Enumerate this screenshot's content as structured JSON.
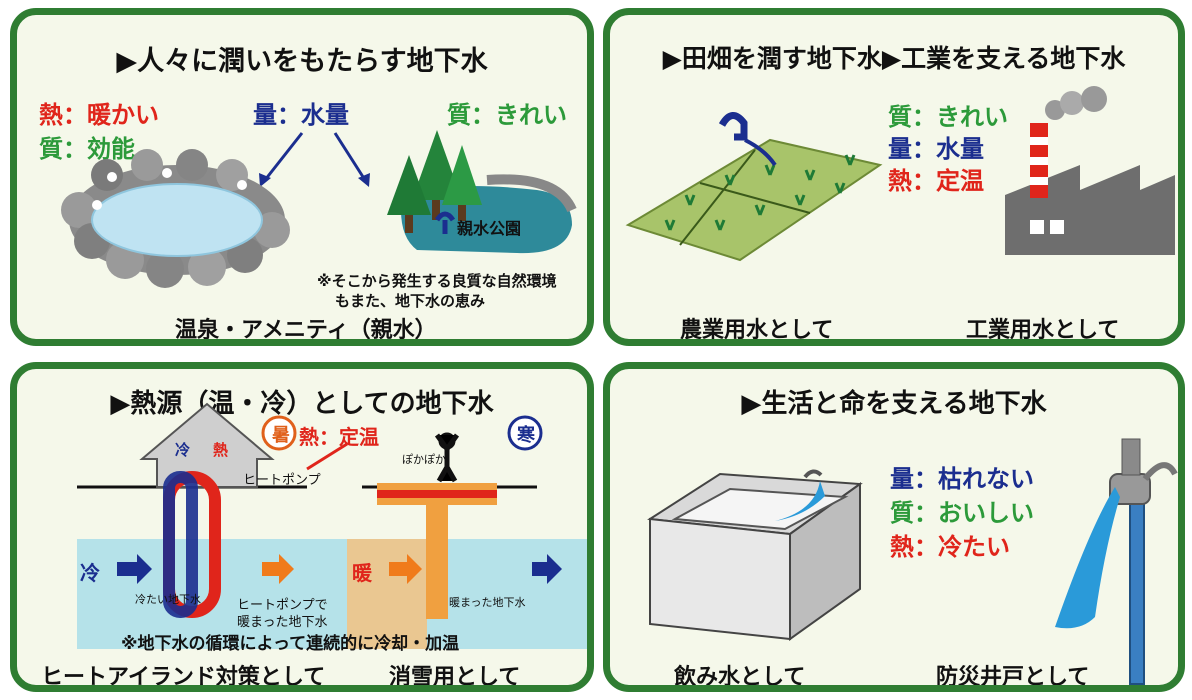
{
  "panel_amenity": {
    "title": "▶人々に潤いをもたらす地下水",
    "heat": "熱：暖かい",
    "quality_effect": "質：効能",
    "quantity": "量：水量",
    "quality_clean": "質：きれい",
    "park": "親水公園",
    "note_line1": "※そこから発生する良質な自然環境",
    "note_line2": "もまた、地下水の恵み",
    "caption": "温泉・アメニティ（親水）"
  },
  "panel_industry": {
    "title": "▶田畑を潤す地下水▶工業を支える地下水",
    "quality": "質：きれい",
    "quantity": "量：水量",
    "heat": "熱：定温",
    "caption_agri": "農業用水として",
    "caption_ind": "工業用水として"
  },
  "panel_heat": {
    "title": "▶熱源（温・冷）としての地下水",
    "summer": "暑",
    "heat": "熱：定温",
    "cool_label": "冷",
    "heat_label": "熱",
    "heat_pump": "ヒートポンプ",
    "warm_sound": "ぽかぽか",
    "winter": "寒",
    "cold_in": "冷",
    "cold_water": "冷たい地下水",
    "warmed_pump_line1": "ヒートポンプで",
    "warmed_pump_line2": "暖まった地下水",
    "warm_in": "暖",
    "warm_water": "暖まった地下水",
    "note": "※地下水の循環によって連続的に冷却・加温",
    "caption_island": "ヒートアイランド対策として",
    "caption_snow": "消雪用として"
  },
  "panel_life": {
    "title": "▶生活と命を支える地下水",
    "quantity": "量：枯れない",
    "quality": "質：おいしい",
    "heat": "熱：冷たい",
    "caption_drink": "飲み水として",
    "caption_disaster": "防災井戸として"
  },
  "colors": {
    "border": "#2f7d32",
    "panel_bg": "#f5f8ea",
    "red": "#e0251b",
    "blue": "#1b2e8f",
    "green": "#2c9a3a"
  }
}
